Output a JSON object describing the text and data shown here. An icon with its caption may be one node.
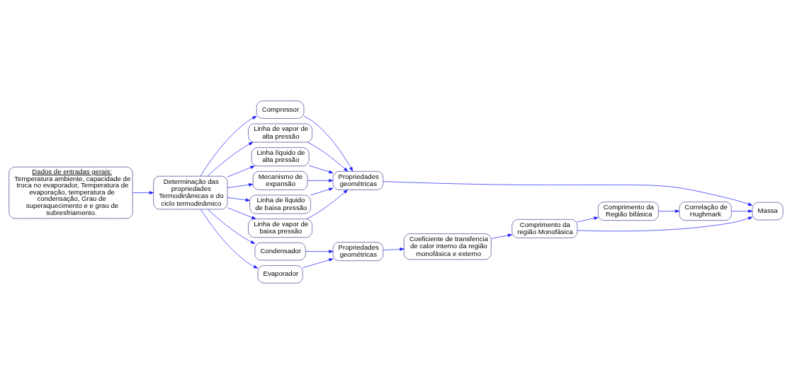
{
  "diagram": {
    "nodes": [
      {
        "text": [
          "Dados de entradas gerais:",
          "Temperatura ambiente, capacidade de troca no evaporador, Temperatura de evaporação, temperatura de condensação, Grau de superaquecimento e e grau de subresfriamento."
        ]
      },
      {
        "text": [
          "Determinação das propriedades Termodinâmicas e do ciclo termodinâmico"
        ]
      },
      {
        "text": [
          "Compressor"
        ]
      },
      {
        "text": [
          "Linha de vapor de alta pressão"
        ]
      },
      {
        "text": [
          "Condensador"
        ]
      },
      {
        "text": [
          "Linha líquido de alta pressão"
        ]
      },
      {
        "text": [
          "Mecanismo de expansão"
        ]
      },
      {
        "text": [
          "Linha de líquido de baixa pressão"
        ]
      },
      {
        "text": [
          "Evaporador"
        ]
      },
      {
        "text": [
          "Linha de vapor de baixa pressão"
        ]
      },
      {
        "text": [
          "Coeficiente de transfencia de calor interno da região monofásica e externo"
        ]
      },
      {
        "text": [
          "Propriedades geométricas"
        ]
      },
      {
        "text": [
          "Comprimento da região Monofásica"
        ]
      },
      {
        "text": [
          "Propriedades geométricas"
        ]
      },
      {
        "text": [
          "Comprimento da Região bifásica"
        ]
      },
      {
        "text": [
          "Correlação de Hughmark"
        ]
      },
      {
        "text": [
          "Massa"
        ]
      }
    ],
    "edges": [
      {
        "from": 0,
        "to": 1,
        "arrow": "to"
      },
      {
        "from": 1,
        "to": 2,
        "arrow": "to"
      },
      {
        "from": 1,
        "to": 3,
        "arrow": "to"
      },
      {
        "from": 1,
        "to": 4,
        "arrow": "to"
      },
      {
        "from": 1,
        "to": 5,
        "arrow": "to"
      },
      {
        "from": 1,
        "to": 6,
        "arrow": "to"
      },
      {
        "from": 1,
        "to": 7,
        "arrow": "to"
      },
      {
        "from": 1,
        "to": 8,
        "arrow": "to"
      },
      {
        "from": 1,
        "to": 9,
        "arrow": "to"
      },
      {
        "from": 2,
        "to": 13,
        "arrow": "to"
      },
      {
        "from": 3,
        "to": 13,
        "arrow": "to"
      },
      {
        "from": 4,
        "to": 11,
        "arrow": "to"
      },
      {
        "from": 5,
        "to": 13,
        "arrow": "to"
      },
      {
        "from": 6,
        "to": 13,
        "arrow": "to"
      },
      {
        "from": 7,
        "to": 13,
        "arrow": "to"
      },
      {
        "from": 8,
        "to": 11,
        "arrow": "to"
      },
      {
        "from": 9,
        "to": 13,
        "arrow": "to"
      },
      {
        "from": 11,
        "to": 10,
        "arrow": "to"
      },
      {
        "from": 10,
        "to": 12,
        "arrow": "to"
      },
      {
        "from": 12,
        "to": 16,
        "arrow": "to"
      },
      {
        "from": 12,
        "to": 14,
        "arrow": "to"
      },
      {
        "from": 14,
        "to": 15,
        "arrow": "to"
      },
      {
        "from": 15,
        "to": 16,
        "arrow": "to"
      },
      {
        "from": 13,
        "to": 16,
        "arrow": "to"
      }
    ]
  }
}
